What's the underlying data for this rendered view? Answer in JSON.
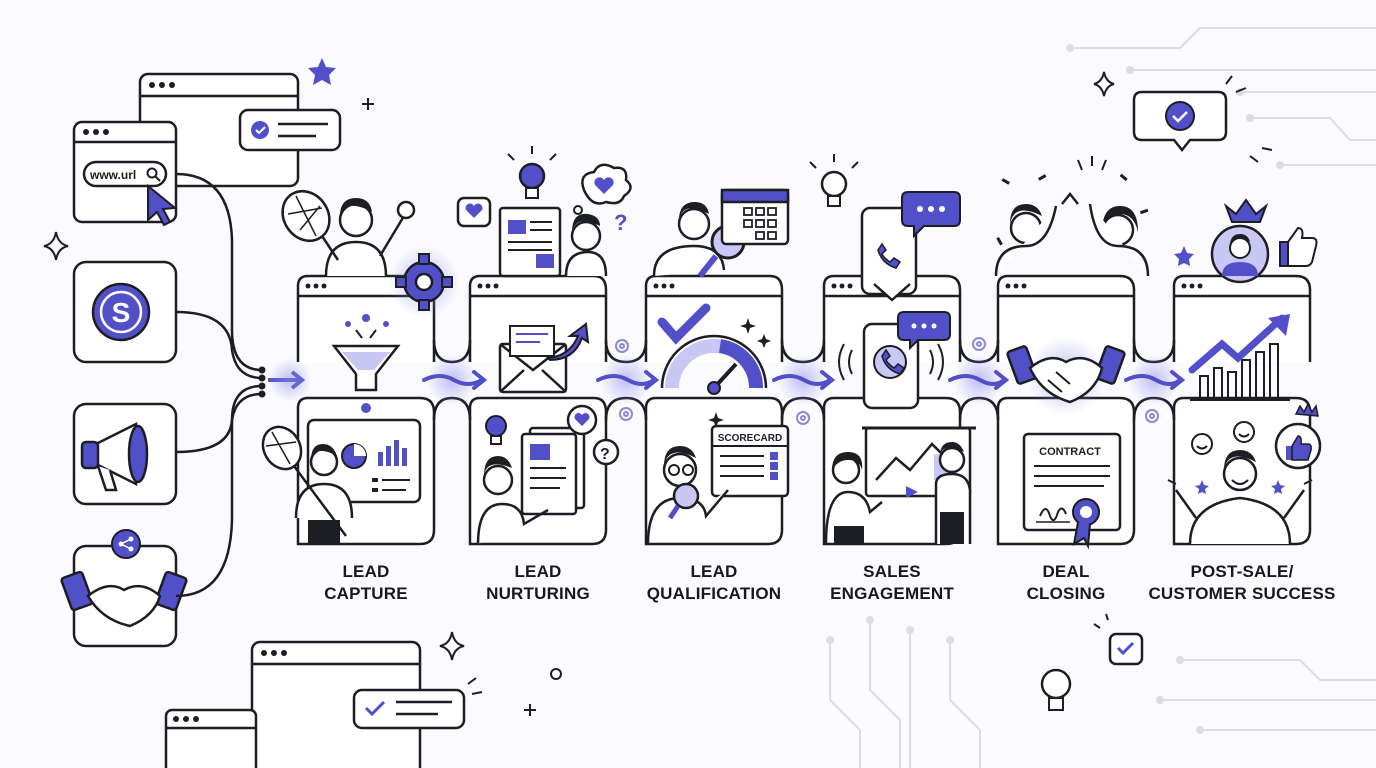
{
  "colors": {
    "accent": "#5250c8",
    "accent_light": "#c9c8f4",
    "ink": "#1d1d24",
    "circuit": "#d9d9e2"
  },
  "source": {
    "url_text": "www.url",
    "icons": [
      "web-browser-icon",
      "skype-icon",
      "megaphone-icon",
      "handshake-share-icon"
    ]
  },
  "stages": [
    {
      "line1": "LEAD",
      "line2": "CAPTURE"
    },
    {
      "line1": "LEAD",
      "line2": "NURTURING"
    },
    {
      "line1": "LEAD",
      "line2": "QUALIFICATION"
    },
    {
      "line1": "SALES",
      "line2": "ENGAGEMENT"
    },
    {
      "line1": "DEAL",
      "line2": "CLOSING"
    },
    {
      "line1": "POST-SALE/",
      "line2": "CUSTOMER SUCCESS"
    }
  ],
  "panel_texts": {
    "scorecard": "SCORECARD",
    "contract": "CONTRACT"
  }
}
